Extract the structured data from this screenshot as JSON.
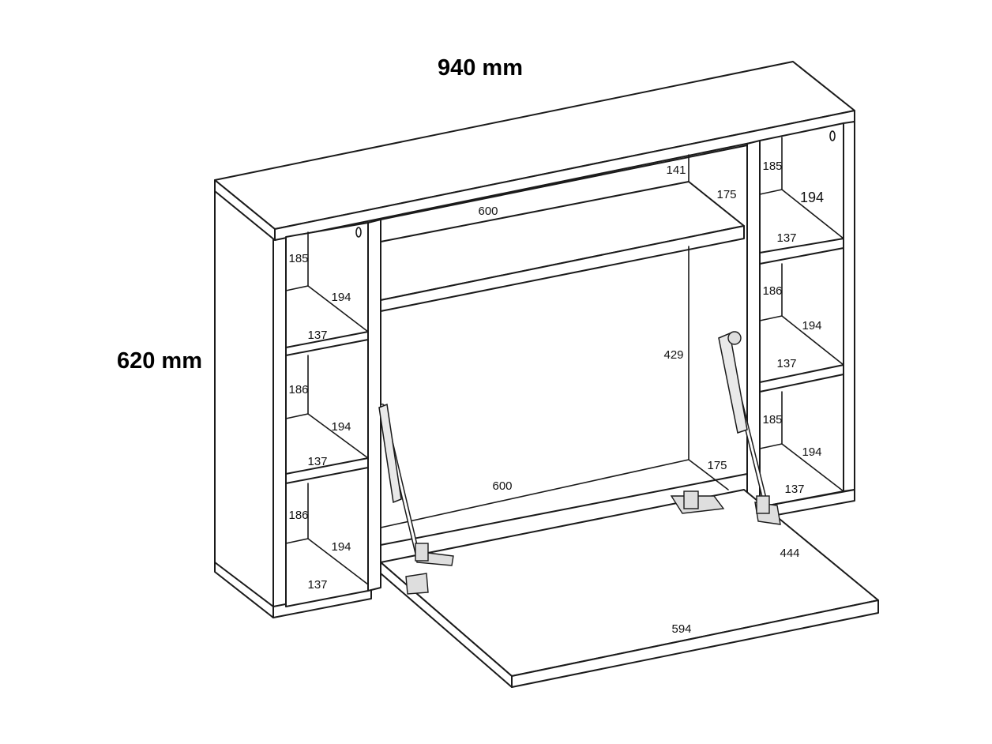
{
  "overall": {
    "width_label": "940 mm",
    "height_label": "620 mm"
  },
  "left_column": {
    "top_cell": {
      "height": "185",
      "depth": "194",
      "width": "137"
    },
    "middle_cell": {
      "height": "186",
      "depth": "194",
      "width": "137"
    },
    "bottom_cell": {
      "height": "186",
      "depth": "194",
      "width": "137"
    }
  },
  "right_column": {
    "top_cell": {
      "height": "185",
      "depth": "194",
      "width": "137"
    },
    "middle_cell": {
      "height": "186",
      "depth": "194",
      "width": "137"
    },
    "bottom_cell": {
      "height": "185",
      "depth": "194",
      "width": "137"
    }
  },
  "center_bay": {
    "upper_shelf_width": "600",
    "upper_shelf_depth": "175",
    "upper_clearance": "141",
    "opening_height": "429",
    "bottom_width": "600",
    "bottom_depth": "175"
  },
  "desk_flap": {
    "width": "594",
    "depth": "444"
  },
  "colors": {
    "line": "#1a1a1a",
    "background": "#ffffff"
  }
}
